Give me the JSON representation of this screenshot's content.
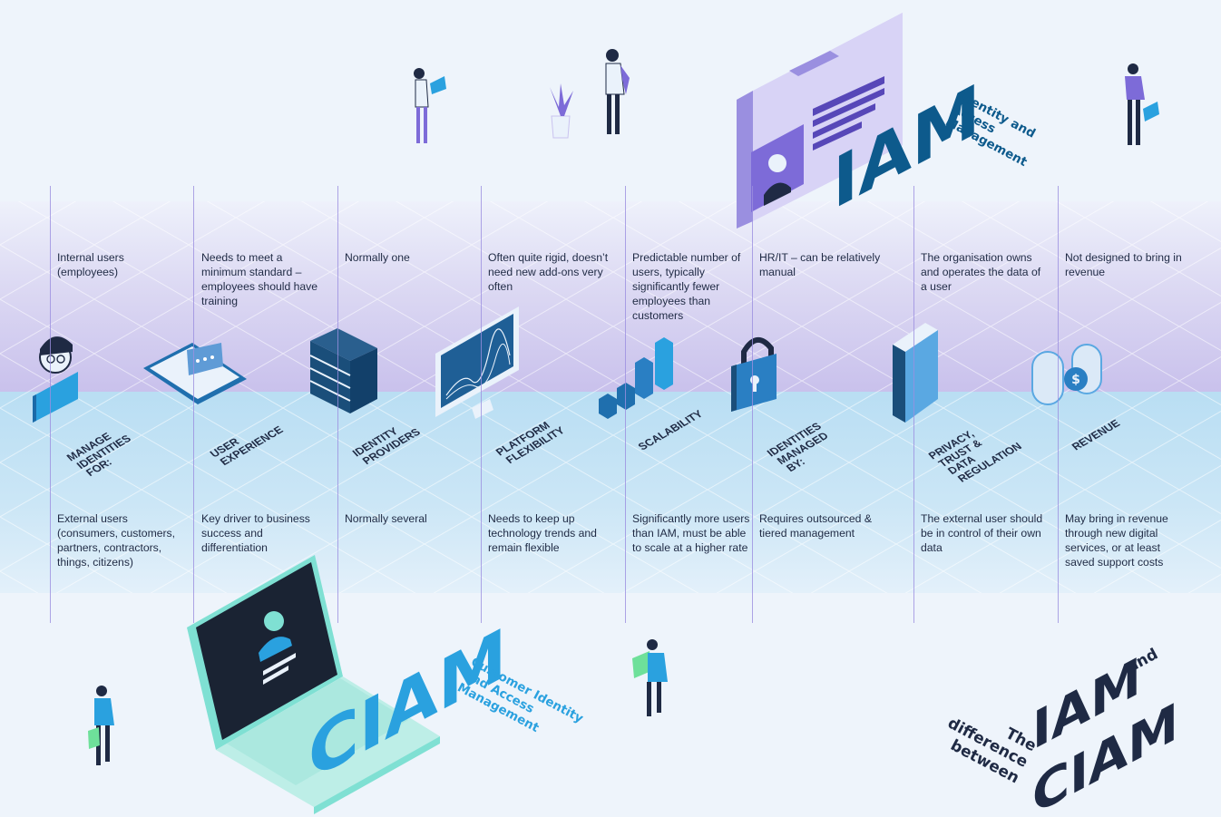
{
  "iam": {
    "acronym": "IAM",
    "full_lines": [
      "Identity and",
      "Access",
      "Management"
    ]
  },
  "ciam": {
    "acronym": "CIAM",
    "full_lines": [
      "Customer Identity",
      "and Access",
      "Management"
    ]
  },
  "title": {
    "small_lines": [
      "The",
      "difference",
      "between"
    ],
    "big_top": "IAM",
    "and_word": "and",
    "big_bottom": "CIAM"
  },
  "columns": [
    {
      "label_lines": [
        "Manage",
        "identities",
        "for:"
      ],
      "iam_text": "Internal users (employees)",
      "ciam_text": "External users (consumers, customers, partners, contractors, things, citizens)",
      "icon": "user-avatar-icon"
    },
    {
      "label_lines": [
        "User",
        "experience"
      ],
      "iam_text": "Needs to meet a minimum standard – employees should have training",
      "ciam_text": "Key driver to business success and differentiation",
      "icon": "phone-chat-icon"
    },
    {
      "label_lines": [
        "Identity",
        "providers"
      ],
      "iam_text": "Normally one",
      "ciam_text": "Normally several",
      "icon": "server-stack-icon"
    },
    {
      "label_lines": [
        "Platform",
        "flexibility"
      ],
      "iam_text": "Often quite rigid, doesn’t need new add-ons very often",
      "ciam_text": "Needs to keep up technology trends and remain flexible",
      "icon": "monitor-graph-icon"
    },
    {
      "label_lines": [
        "Scalability"
      ],
      "iam_text": "Predictable number of users, typically significantly fewer employees than customers",
      "ciam_text": "Significantly more users than IAM, must be able to scale at a higher rate",
      "icon": "bar-growth-icon"
    },
    {
      "label_lines": [
        "Identities",
        "managed",
        "by:"
      ],
      "iam_text": "HR/IT – can be relatively manual",
      "ciam_text": "Requires outsourced & tiered management",
      "icon": "padlock-icon"
    },
    {
      "label_lines": [
        "Privacy,",
        "trust &",
        "data",
        "regulation"
      ],
      "iam_text": "The organisation owns and operates the data of a user",
      "ciam_text": "The external user should be in control of their own data",
      "icon": "book-icon"
    },
    {
      "label_lines": [
        "Revenue"
      ],
      "iam_text": "Not designed to bring in revenue",
      "ciam_text": "May bring in revenue through new digital services, or at least saved support costs",
      "icon": "coin-stack-icon"
    }
  ],
  "colors": {
    "iam_accent": "#0d5a8c",
    "ciam_accent": "#2aa1df",
    "purple": "#7d6bd8",
    "navy": "#1f2a44"
  }
}
